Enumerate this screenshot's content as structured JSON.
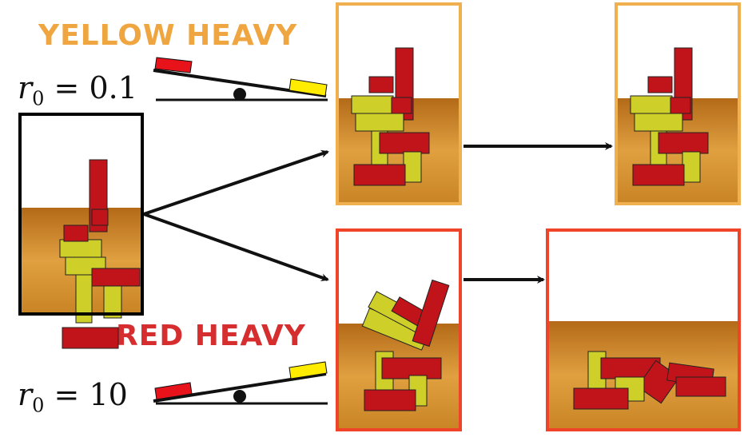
{
  "headings": {
    "yellow_heavy": "YELLOW HEAVY",
    "red_heavy": "RED HEAVY"
  },
  "equations": {
    "top": {
      "var": "r",
      "sub": "0",
      "op": " = ",
      "value": "0.1"
    },
    "bottom": {
      "var": "r",
      "sub": "0",
      "op": " = ",
      "value": "10"
    }
  },
  "colors": {
    "yellow_label": "#f0a640",
    "red_label": "#d62d2f",
    "yellow_frame": "#f0b050",
    "red_frame": "#ef4428",
    "initial_frame": "#000000",
    "block_red": "#c0141a",
    "block_yellow": "#cfcf2a",
    "floor": "#d08a2a",
    "sky": "#ffffff"
  },
  "panels": [
    {
      "id": "initial-scene",
      "state": "stacked"
    },
    {
      "id": "yellow-heavy-start",
      "state": "stacked"
    },
    {
      "id": "yellow-heavy-end",
      "state": "stacked"
    },
    {
      "id": "red-heavy-start",
      "state": "tipping"
    },
    {
      "id": "red-heavy-end",
      "state": "collapsed"
    }
  ]
}
